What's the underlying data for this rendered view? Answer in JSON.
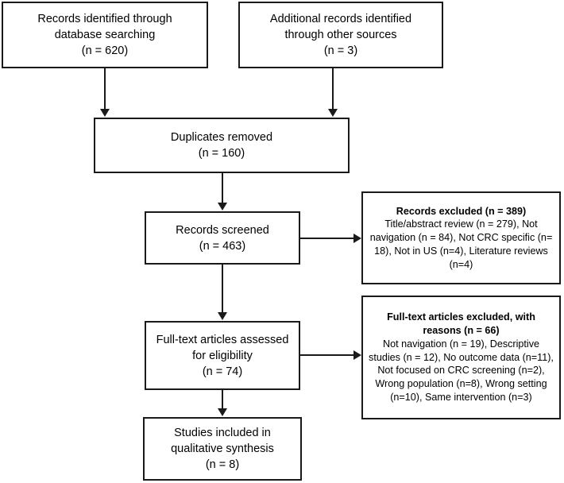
{
  "diagram": {
    "title": "PRISMA study selection flow diagram",
    "type": "flowchart",
    "colors": {
      "stroke": "#1a1a1a",
      "background": "#ffffff",
      "text": "#000000"
    }
  },
  "boxes": {
    "database_search": {
      "line1": "Records identified through",
      "line2": "database searching",
      "line3": "(n = 620)",
      "count": 620
    },
    "other_sources": {
      "line1": "Additional records identified",
      "line2": "through other sources",
      "line3": "(n = 3)",
      "count": 3
    },
    "duplicates_removed": {
      "line1": "Duplicates removed",
      "line2": "(n = 160)",
      "count": 160
    },
    "records_screened": {
      "line1": "Records screened",
      "line2": "(n = 463)",
      "count": 463
    },
    "records_excluded": {
      "heading": "Records excluded (n = 389)",
      "count": 389,
      "detail": "Title/abstract review (n = 279), Not navigation (n = 84), Not CRC specific (n= 18), Not in US (n=4), Literature reviews (n=4)",
      "reasons": [
        {
          "label": "Title/abstract review",
          "n": 279
        },
        {
          "label": "Not navigation",
          "n": 84
        },
        {
          "label": "Not CRC specific",
          "n": 18
        },
        {
          "label": "Not in US",
          "n": 4
        },
        {
          "label": "Literature reviews",
          "n": 4
        }
      ]
    },
    "fulltext_assessed": {
      "line1": "Full-text articles assessed",
      "line2": "for eligibility",
      "line3": "(n = 74)",
      "count": 74
    },
    "fulltext_excluded": {
      "heading_line1": "Full-text articles excluded, with",
      "heading_line2": "reasons (n = 66)",
      "count": 66,
      "detail": "Not navigation (n = 19), Descriptive studies (n = 12), No outcome data (n=11), Not focused on CRC screening (n=2), Wrong population (n=8), Wrong setting (n=10), Same intervention (n=3)",
      "reasons": [
        {
          "label": "Not navigation",
          "n": 19
        },
        {
          "label": "Descriptive studies",
          "n": 12
        },
        {
          "label": "No outcome data",
          "n": 11
        },
        {
          "label": "Not focused on CRC screening",
          "n": 2
        },
        {
          "label": "Wrong population",
          "n": 8
        },
        {
          "label": "Wrong setting",
          "n": 10
        },
        {
          "label": "Same intervention",
          "n": 3
        }
      ]
    },
    "studies_included": {
      "line1": "Studies included in",
      "line2": "qualitative synthesis",
      "line3": "(n = 8)",
      "count": 8
    }
  }
}
